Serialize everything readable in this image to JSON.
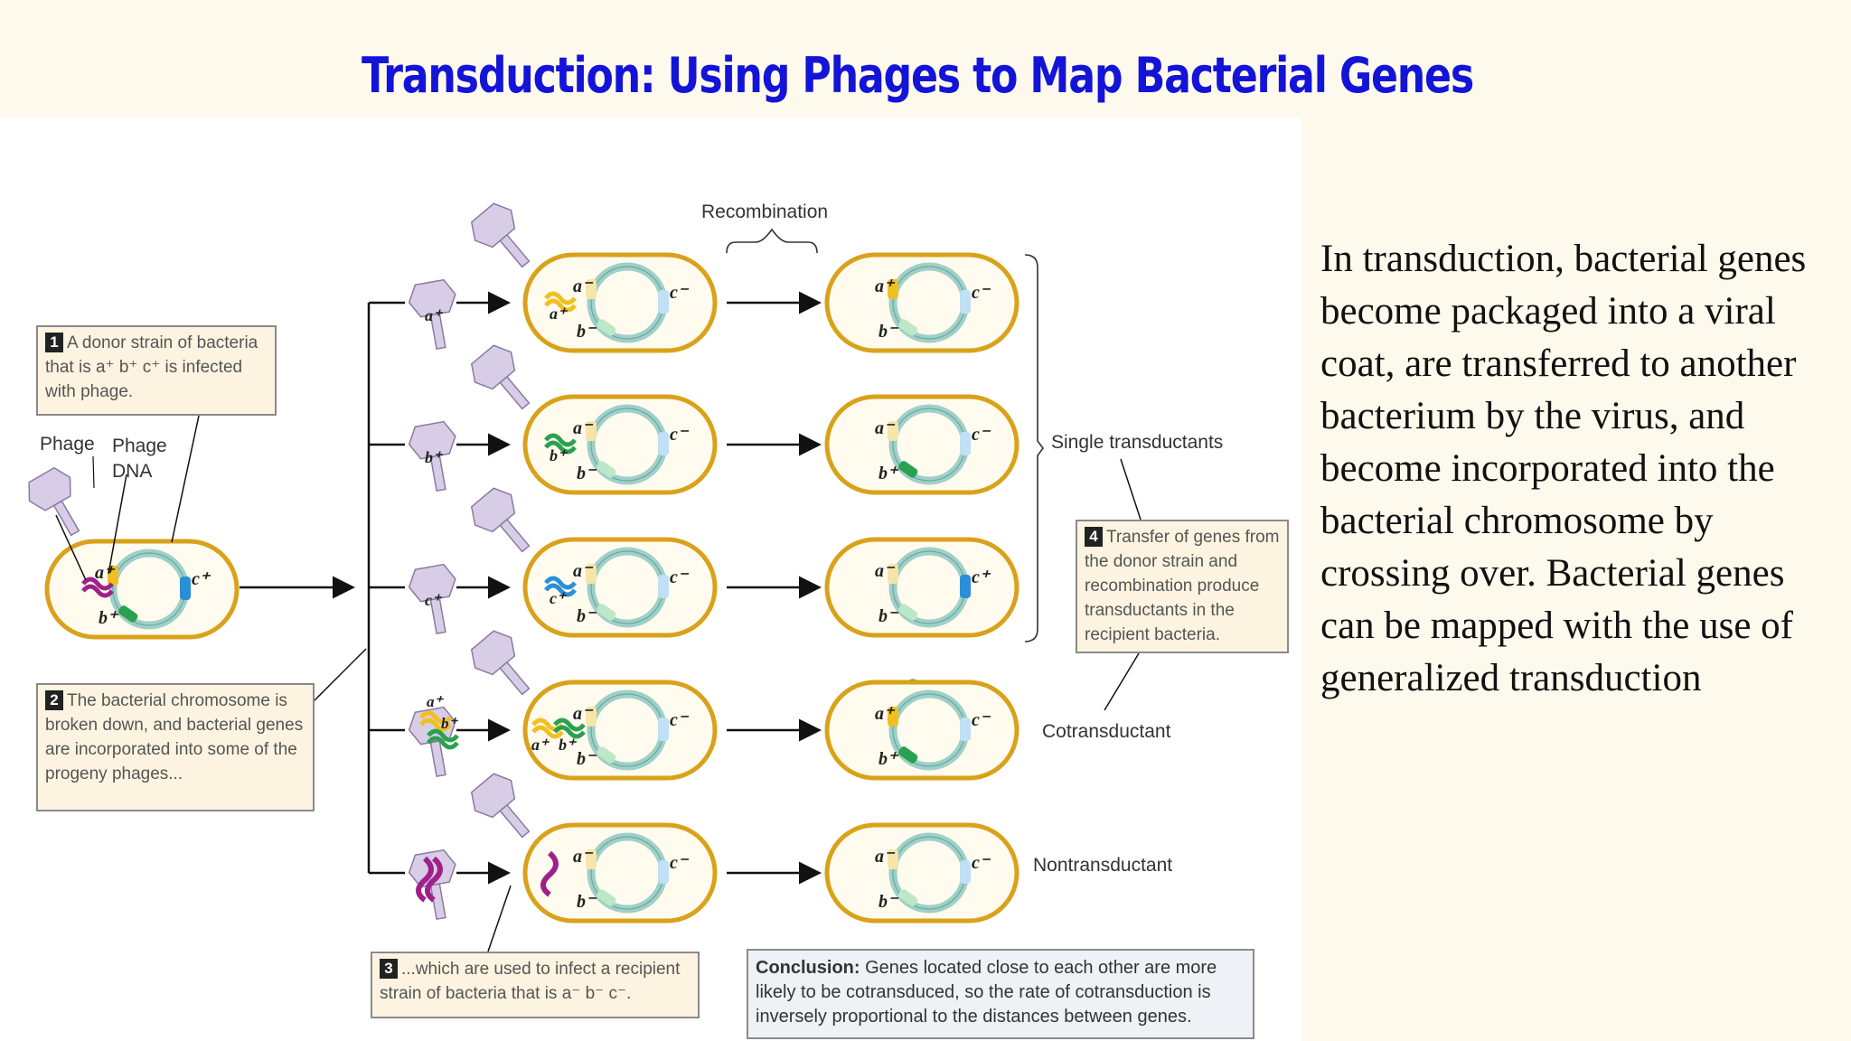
{
  "title": "Transduction: Using Phages to Map Bacterial Genes",
  "body_text": "In transduction, bacterial genes become packaged into a viral coat, are transferred to another bacterium by the virus, and become incorporated into the bacterial chromosome by crossing over. Bacterial genes can be mapped with the use of generalized transduction",
  "diagram": {
    "steps": [
      {
        "num": "1",
        "text": "A donor strain of bacteria that is a⁺ b⁺ c⁺ is infected with phage."
      },
      {
        "num": "2",
        "text": "The bacterial chromosome is broken down, and bacterial genes are incorporated into some of the progeny phages..."
      },
      {
        "num": "3",
        "text": "...which are used to infect a recipient strain of bacteria that is a⁻ b⁻ c⁻."
      },
      {
        "num": "4",
        "text": "Transfer of genes from the donor strain and recombination produce transductants in the recipient bacteria."
      }
    ],
    "conclusion_label": "Conclusion:",
    "conclusion_text": " Genes located close to each other are more likely to be cotransduced, so the rate of cotransduction is inversely proportional to the distances between genes.",
    "labels": {
      "phage": "Phage",
      "phage_dna": "Phage DNA",
      "recombination": "Recombination",
      "single": "Single transductants",
      "cotransductant": "Cotransductant",
      "nontransductant": "Nontransductant"
    },
    "gene_labels": {
      "a_plus": "a⁺",
      "b_plus": "b⁺",
      "c_plus": "c⁺",
      "a_minus": "a⁻",
      "b_minus": "b⁻",
      "c_minus": "c⁻"
    },
    "colors": {
      "title": "#1414d8",
      "cell_border": "#d9a21b",
      "chromosome": "#9fd0c8",
      "gene_a": "#f0c020",
      "gene_b": "#2aa050",
      "gene_c": "#2a8fd8",
      "phage_body": "#d8cde6",
      "phage_dna": "#a0208a"
    }
  }
}
